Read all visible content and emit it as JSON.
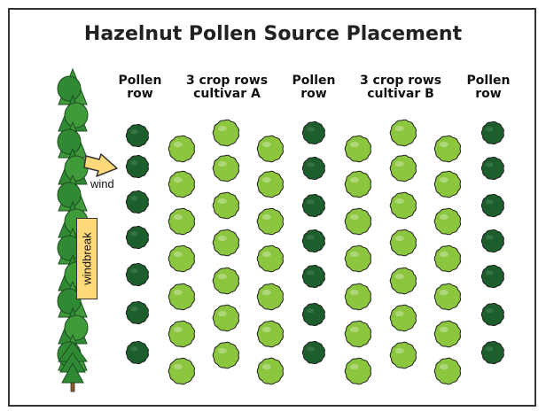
{
  "title": "Hazelnut Pollen Source Placement",
  "headers": {
    "pollen_row_left": "Pollen\nrow",
    "cultivar_a": "3 crop rows\ncultivar A",
    "pollen_row_middle": "Pollen\nrow",
    "cultivar_b": "3 crop rows\ncultivar B",
    "pollen_row_right": "Pollen\nrow"
  },
  "labels": {
    "wind": "wind",
    "windbreak": "windbreak"
  },
  "colors": {
    "pollen_tree": "#1c5f2c",
    "crop_tree": "#8cc63f",
    "windbreak_tree": "#3f9b3a",
    "arrow_fill": "#ffd97a",
    "trunk": "#8b5a2b"
  }
}
